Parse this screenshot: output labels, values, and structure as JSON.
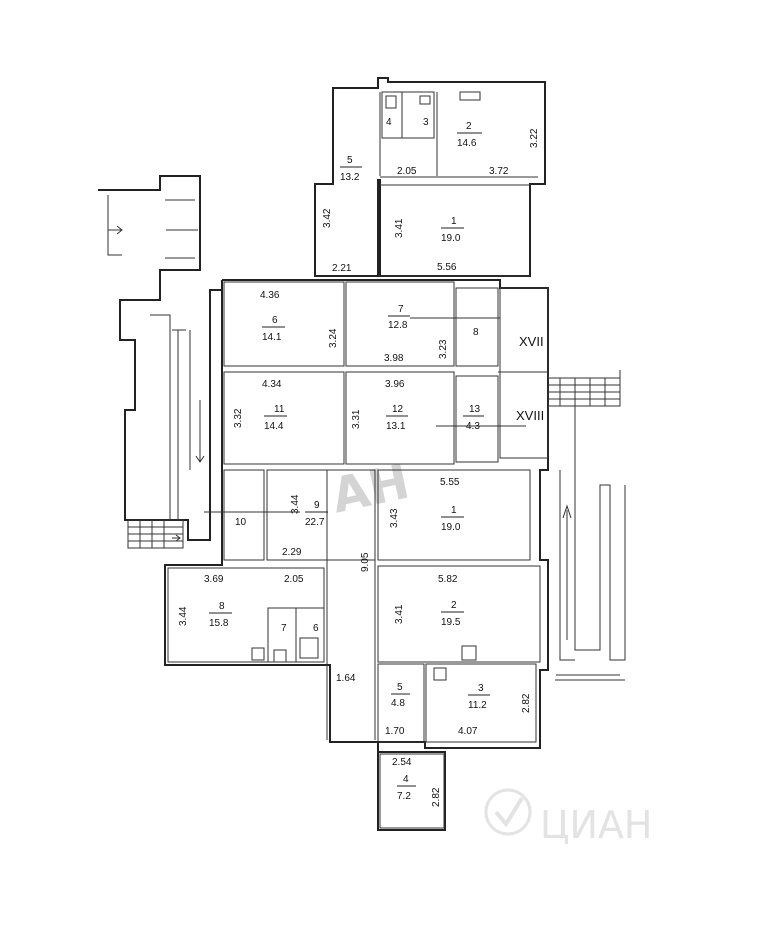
{
  "plan": {
    "rooms": [
      {
        "id": "r-top-2",
        "num": "2",
        "area": "14.6"
      },
      {
        "id": "r-top-3",
        "num": "3",
        "area": ""
      },
      {
        "id": "r-top-4",
        "num": "4",
        "area": ""
      },
      {
        "id": "r-top-5",
        "num": "5",
        "area": "13.2"
      },
      {
        "id": "r-top-1",
        "num": "1",
        "area": "19.0"
      },
      {
        "id": "r-6",
        "num": "6",
        "area": "14.1"
      },
      {
        "id": "r-7",
        "num": "7",
        "area": "12.8"
      },
      {
        "id": "r-8",
        "num": "8",
        "area": ""
      },
      {
        "id": "r-11",
        "num": "11",
        "area": "14.4"
      },
      {
        "id": "r-12",
        "num": "12",
        "area": "13.1"
      },
      {
        "id": "r-13",
        "num": "13",
        "area": "4.3"
      },
      {
        "id": "r-10",
        "num": "10",
        "area": ""
      },
      {
        "id": "r-9",
        "num": "9",
        "area": "22.7"
      },
      {
        "id": "r-mid-1",
        "num": "1",
        "area": "19.0"
      },
      {
        "id": "r-low-8",
        "num": "8",
        "area": "15.8"
      },
      {
        "id": "r-low-7",
        "num": "7",
        "area": ""
      },
      {
        "id": "r-low-6",
        "num": "6",
        "area": ""
      },
      {
        "id": "r-mid-2",
        "num": "2",
        "area": "19.5"
      },
      {
        "id": "r-mid-5",
        "num": "5",
        "area": "4.8"
      },
      {
        "id": "r-mid-3",
        "num": "3",
        "area": "11.2"
      },
      {
        "id": "r-mid-4",
        "num": "4",
        "area": "7.2"
      }
    ],
    "dimensions": {
      "d_322": "3.22",
      "d_205a": "2.05",
      "d_372": "3.72",
      "d_342": "3.42",
      "d_221": "2.21",
      "d_341a": "3.41",
      "d_556": "5.56",
      "d_436": "4.36",
      "d_324": "3.24",
      "d_398": "3.98",
      "d_323": "3.23",
      "d_434": "4.34",
      "d_396": "3.96",
      "d_332": "3.32",
      "d_331": "3.31",
      "d_555": "5.55",
      "d_344a": "3.44",
      "d_343": "3.43",
      "d_229": "2.29",
      "d_905": "9.05",
      "d_369": "3.69",
      "d_205b": "2.05",
      "d_582": "5.82",
      "d_344b": "3.44",
      "d_341b": "3.41",
      "d_164": "1.64",
      "d_282a": "2.82",
      "d_170": "1.70",
      "d_407": "4.07",
      "d_254": "2.54",
      "d_282b": "2.82"
    },
    "sections": {
      "xvii": "XVII",
      "xviii": "XVIII"
    }
  },
  "watermark": {
    "agency": "АН",
    "brand": "ЦИАН"
  }
}
